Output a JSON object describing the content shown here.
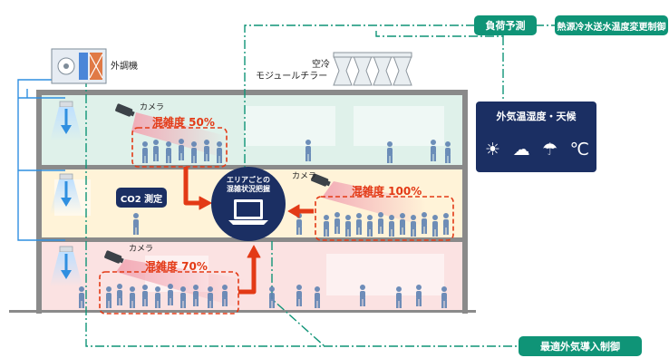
{
  "labels": {
    "ahu": "外調機",
    "chiller_line1": "空冷",
    "chiller_line2": "モジュールチラー",
    "load_forecast": "負荷予測",
    "heat_source_control": "熱源冷水送水温度変更制御",
    "optimal_oa_control": "最適外気導入制御",
    "co2": "CO2 測定",
    "center_line1": "エリアごとの",
    "center_line2": "混雑状況把握"
  },
  "weather": {
    "title": "外気温湿度・天候",
    "icons": [
      "sun-icon",
      "cloud-icon",
      "umbrella-icon",
      "celsius-icon"
    ],
    "celsius_symbol": "℃"
  },
  "cameras": [
    {
      "label": "カメラ",
      "congestion": "混雑度 50%",
      "congestion_percent": 50
    },
    {
      "label": "カメラ",
      "congestion": "混雑度 100%",
      "congestion_percent": 100
    },
    {
      "label": "カメラ",
      "congestion": "混雑度 70%",
      "congestion_percent": 70
    }
  ],
  "colors": {
    "accent_green": "#0f9477",
    "navy": "#1b2f63",
    "congestion_red": "#e33a16",
    "airflow_blue": "#2f8fe0"
  }
}
